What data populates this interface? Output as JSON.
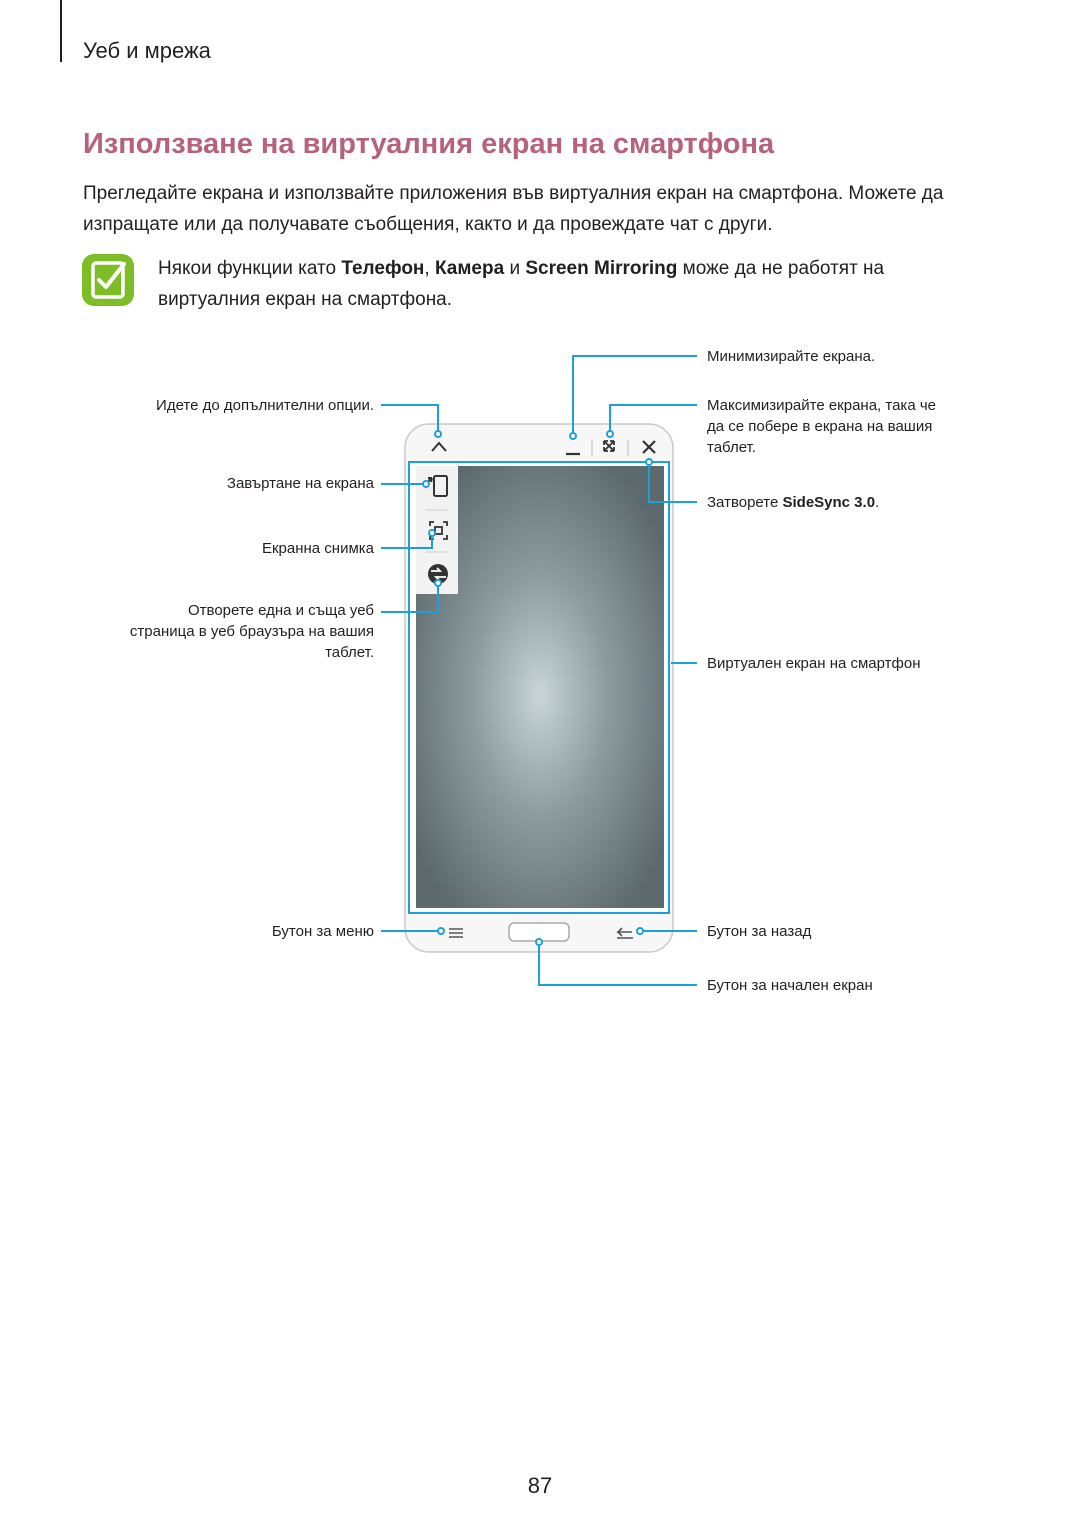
{
  "header": {
    "section": "Уеб и мрежа"
  },
  "title": "Използване на виртуалния екран на смартфона",
  "intro": "Прегледайте екрана и използвайте приложения във виртуалния екран на смартфона. Можете да изпращате или да получавате съобщения, както и да провеждате чат с други.",
  "note": {
    "icon": "note-check-icon",
    "prefix": "Някои функции като ",
    "b1": "Телефон",
    "sep1": ", ",
    "b2": "Камера",
    "sep2": " и ",
    "b3": "Screen Mirroring",
    "suffix": " може да не работят на виртуалния екран на смартфона."
  },
  "callouts": {
    "more_options": "Идете до допълнителни опции.",
    "rotate": "Завъртане на екрана",
    "screenshot": "Екранна снимка",
    "open_web_1": "Отворете една и съща уеб",
    "open_web_2": "страница в уеб браузъра на вашия",
    "open_web_3": "таблет.",
    "menu_button": "Бутон за меню",
    "minimize": "Минимизирайте екрана.",
    "maximize_1": "Максимизирайте екрана, така че",
    "maximize_2": "да се побере в екрана на вашия",
    "maximize_3": "таблет.",
    "close_prefix": "Затворете ",
    "close_bold": "SideSync 3.0",
    "close_suffix": ".",
    "virtual_screen": "Виртуален екран на смартфон",
    "back_button": "Бутон за назад",
    "home_button": "Бутон за начален екран"
  },
  "colors": {
    "heading": "#b5627a",
    "callout_line": "#1e9fd8",
    "note_icon": "#7dbd28"
  },
  "page_number": "87"
}
